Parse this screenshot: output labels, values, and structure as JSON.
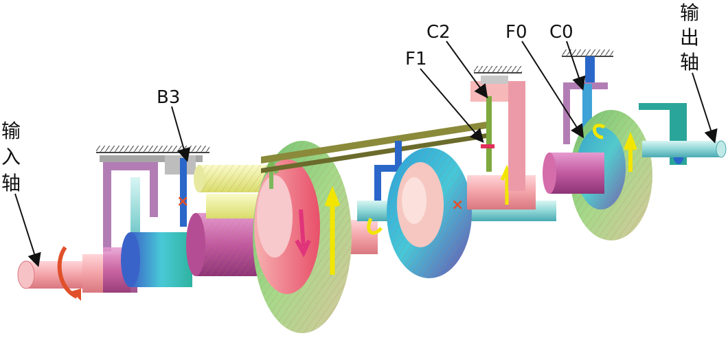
{
  "labels": {
    "input_shaft": [
      "输",
      "入",
      "轴"
    ],
    "output_shaft": [
      "输",
      "出",
      "轴"
    ],
    "b3": "B3",
    "c2": "C2",
    "f1": "F1",
    "f0": "F0",
    "c0": "C0"
  },
  "markers": {
    "brake_b3": "×",
    "one_way_f1_side": "×"
  },
  "colors": {
    "shaft_pink": "#f3a3a8",
    "shaft_cyan": "#8fd6d6",
    "ring_green": "#8cc87a",
    "ring_blue": "#3fa3d8",
    "sun_magenta": "#c25aa0",
    "arrow_yellow": "#f2e600",
    "arrow_orange": "#e0502a",
    "frame_gray": "#9b9b9b",
    "planet_yellow": "#eef08a"
  },
  "icons": {
    "rotation_arrow_input": "curved-arrow-icon",
    "ground_hatch": "ground-hatch-icon"
  }
}
